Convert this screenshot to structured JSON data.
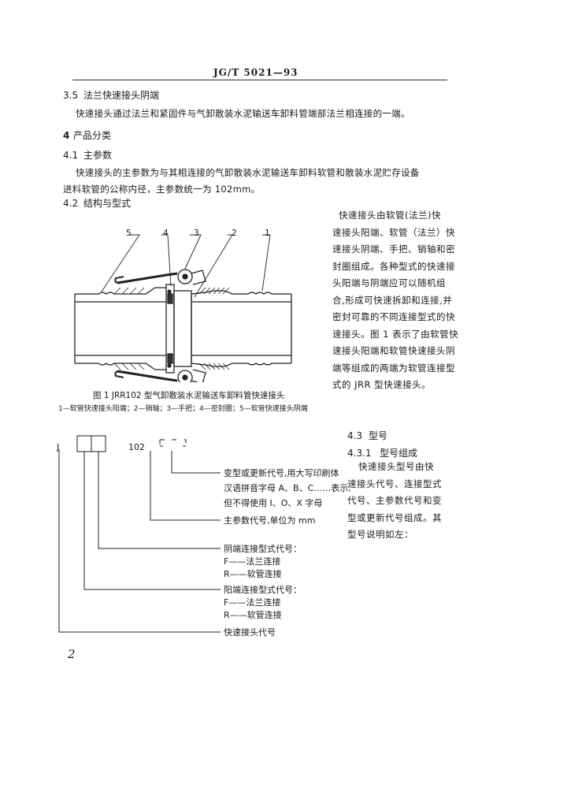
{
  "header": {
    "code": "JG/T   5021—93"
  },
  "sec_3_5": {
    "num": "3.5",
    "title": "法兰快速接头阴端",
    "text": "快速接头通过法兰和紧固件与气卸散装水泥输送车卸料管端部法兰相连接的一端。"
  },
  "sec_4": {
    "num": "4",
    "title": "产品分类"
  },
  "sec_4_1": {
    "num": "4.1",
    "title": "主参数",
    "lines": [
      "快速接头的主参数为与其相连接的气卸散装水泥输送车卸料软管和散装水泥贮存设备",
      "进料软管的公称内径，主参数统一为 102mm。"
    ]
  },
  "sec_4_2": {
    "num": "4.2",
    "title": "结构与型式",
    "side_lines": [
      "快速接头由软管(法兰)快",
      "速接头阳端、软管（法兰）快",
      "速接头阴端、手把、销轴和密",
      "封圈组成。各种型式的快速接",
      "头阳端与阴端应可以随机组",
      "合,形成可快速拆卸和连接,并",
      "密封可靠的不同连接型式的快",
      "速接头。图 1 表示了由软管快",
      "速接头阳端和软管快速接头阴",
      "端等组成的两端为软管连接型",
      "式的 JRR 型快速接头。"
    ]
  },
  "figure1": {
    "callouts": [
      "5",
      "4",
      "3",
      "2",
      "1"
    ],
    "caption": "图 1   JRR102 型气卸散装水泥输送车卸料管快速接头",
    "legend": "1—软管快速接头阳端；2—销轴；3—手把；4—密封圈；5—软管快速接头阴端"
  },
  "sec_4_3": {
    "num": "4.3",
    "title": "型号",
    "sub_num": "4.3.1",
    "sub_title": "型号组成",
    "lines": [
      "快速接头型号由快",
      "速接头代号、连接型式",
      "代号、主参数代号和变",
      "型或更新代号组成。其",
      "型号说明如左："
    ]
  },
  "model_diagram": {
    "prefix": "J",
    "param": "102",
    "labels": {
      "variant_1": "变型或更新代号,用大写印刷体",
      "variant_2": "汉语拼音字母 A、B、C……表示,",
      "variant_3": "但不得使用 I、O、X 字母",
      "param": "主参数代号,单位为 mm",
      "female": "阴端连接型式代号：",
      "female_f": "F——法兰连接",
      "female_r": "R——软管连接",
      "male": "阳端连接型式代号：",
      "male_f": "F——法兰连接",
      "male_r": "R——软管连接",
      "code": "快速接头代号"
    }
  },
  "page_number": "2"
}
